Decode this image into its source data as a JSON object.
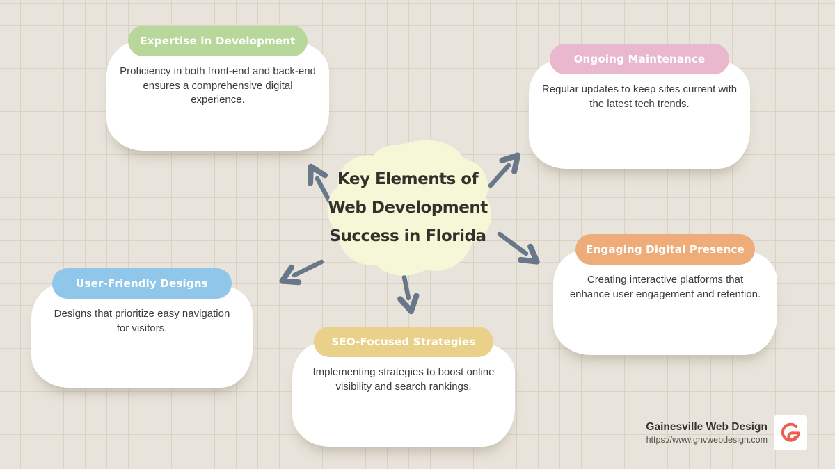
{
  "center": {
    "title_lines": [
      "Key Elements of",
      "Web Development",
      "Success in Florida"
    ]
  },
  "cards": [
    {
      "id": "expertise-in-development",
      "label": "Expertise in Development",
      "body": "Proficiency in both front-end and back-end\nensures a comprehensive digital\nexperience.",
      "pill_color": "#b8d79b"
    },
    {
      "id": "ongoing-maintenance",
      "label": "Ongoing Maintenance",
      "body": "Regular updates to keep sites current with\nthe latest tech trends.",
      "pill_color": "#e9b7ce"
    },
    {
      "id": "engaging-digital-presence",
      "label": "Engaging Digital Presence",
      "body": "Creating interactive platforms that\nenhance user engagement and retention.",
      "pill_color": "#eeac79"
    },
    {
      "id": "user-friendly-designs",
      "label": "User-Friendly Designs",
      "body": "Designs that prioritize easy navigation\nfor visitors.",
      "pill_color": "#8fc6e9"
    },
    {
      "id": "seo-focused-strategies",
      "label": "SEO-Focused Strategies",
      "body": "Implementing strategies to boost online\nvisibility and search rankings.",
      "pill_color": "#ead189"
    }
  ],
  "connectors": [
    {
      "to": "expertise-in-development",
      "direction": "up-left"
    },
    {
      "to": "ongoing-maintenance",
      "direction": "up-right"
    },
    {
      "to": "engaging-digital-presence",
      "direction": "down-right"
    },
    {
      "to": "user-friendly-designs",
      "direction": "down-left"
    },
    {
      "to": "seo-focused-strategies",
      "direction": "down"
    }
  ],
  "footer": {
    "brand": "Gainesville Web Design",
    "url": "https://www.gnvwebdesign.com"
  },
  "theme": {
    "background": "#e9e4db",
    "grid_line": "#d9d2c5",
    "arrow": "#68778a",
    "blob": "#f6f7d6",
    "title_text": "#33312b",
    "body_text": "#3d3b38",
    "pill_text": "#ffffff",
    "card_bg": "#ffffff",
    "brand_text": "#38332c",
    "url_text": "#55504a",
    "logo_accent": "#e9604c"
  }
}
